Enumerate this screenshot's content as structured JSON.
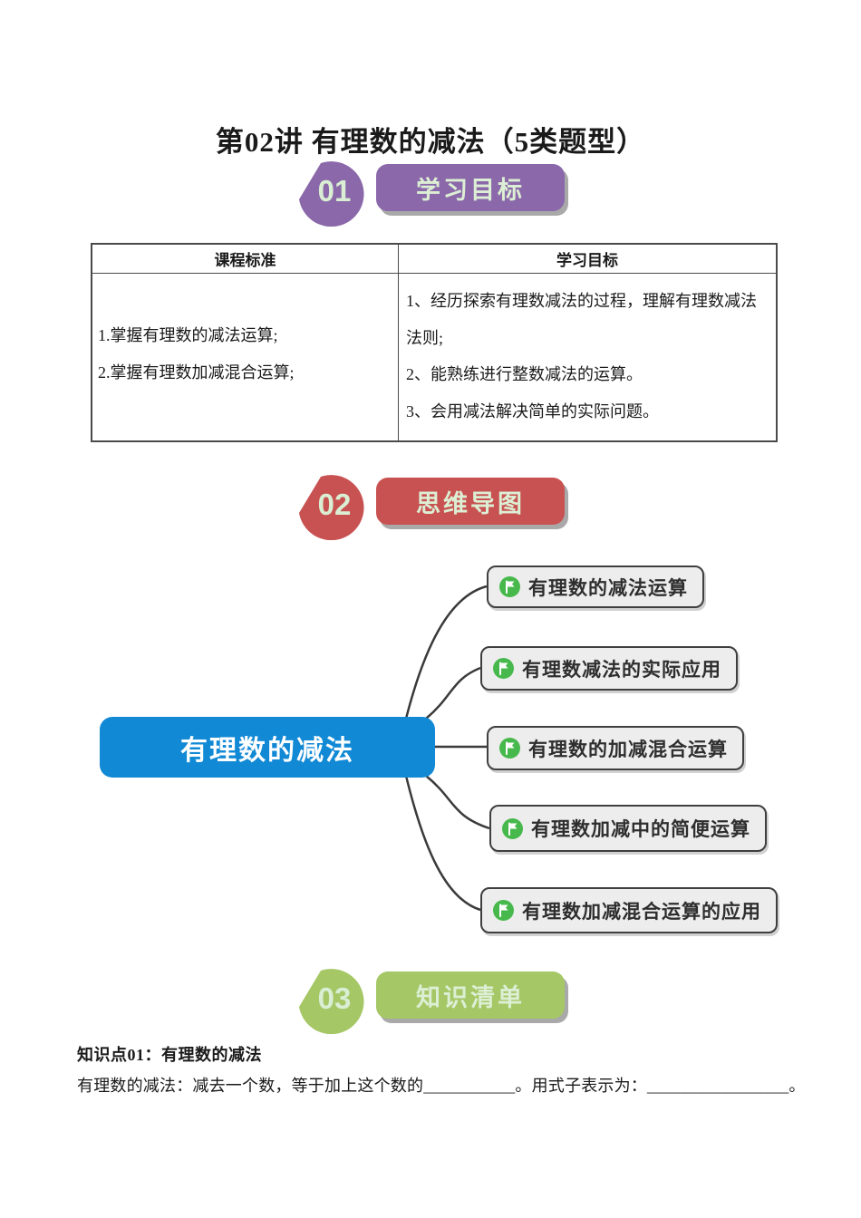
{
  "page": {
    "title": "第02讲 有理数的减法（5类题型）"
  },
  "colors": {
    "badge_purple": "#8a68aa",
    "badge_red": "#c85251",
    "badge_green": "#a5c765",
    "badge_text": "#dcefd4",
    "root_blue": "#1289d5",
    "branch_fill": "#ededed",
    "branch_border": "#3f3f3f",
    "flag_icon_green": "#47b94c"
  },
  "sections": [
    {
      "num": "01",
      "label": "学习目标"
    },
    {
      "num": "02",
      "label": "思维导图"
    },
    {
      "num": "03",
      "label": "知识清单"
    }
  ],
  "objectives_table": {
    "headers": [
      "课程标准",
      "学习目标"
    ],
    "standards": [
      "1.掌握有理数的减法运算;",
      "2.掌握有理数加减混合运算;"
    ],
    "goals": [
      "1、经历探索有理数减法的过程，理解有理数减法法则;",
      "2、能熟练进行整数减法的运算。",
      "3、会用减法解决简单的实际问题。"
    ]
  },
  "mindmap": {
    "root": "有理数的减法",
    "branches": [
      {
        "icon": "flag-icon",
        "label": "有理数的减法运算"
      },
      {
        "icon": "flag-icon",
        "label": "有理数减法的实际应用"
      },
      {
        "icon": "flag-icon",
        "label": "有理数的加减混合运算"
      },
      {
        "icon": "flag-icon",
        "label": "有理数加减中的简便运算"
      },
      {
        "icon": "flag-icon",
        "label": "有理数加减混合运算的应用"
      }
    ]
  },
  "knowledge": {
    "heading": "知识点01：有理数的减法",
    "text_prefix": "有理数的减法：减去一个数，等于加上这个数的",
    "blank1": "___________",
    "text_mid": "。用式子表示为：",
    "blank2": "_________________",
    "text_end": "。"
  }
}
